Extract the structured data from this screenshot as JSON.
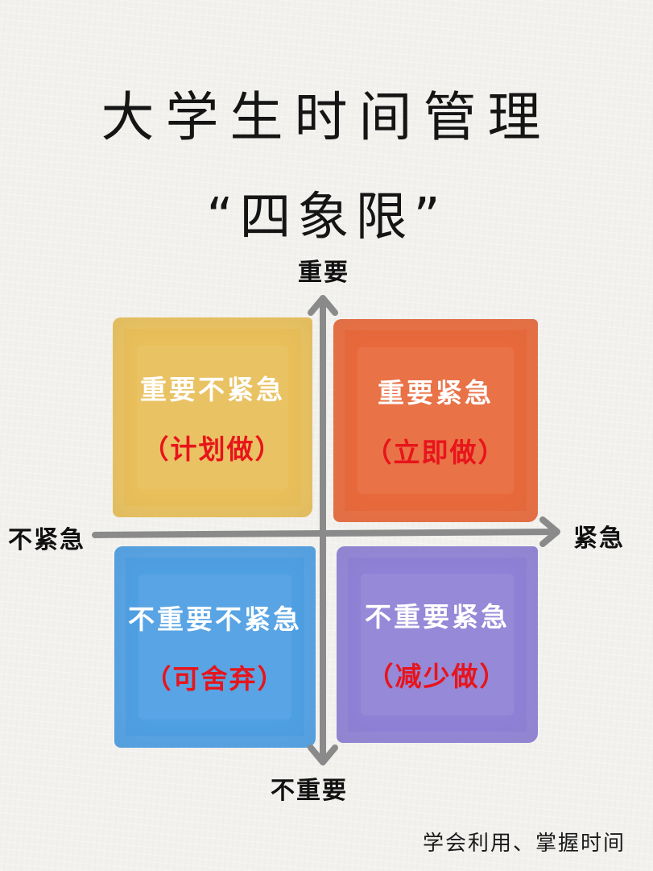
{
  "title": {
    "main": "大学生时间管理",
    "sub": "“四象限”"
  },
  "axes": {
    "top": "重要",
    "bottom": "不重要",
    "left": "不紧急",
    "right": "紧急",
    "color": "#8a8a8a"
  },
  "quadrants": [
    {
      "position": "top-left",
      "title": "重要不紧急",
      "action": "（计划做）",
      "color": "#e8bf5a"
    },
    {
      "position": "top-right",
      "title": "重要紧急",
      "action": "（立即做）",
      "color": "#e86a3c"
    },
    {
      "position": "bottom-left",
      "title": "不重要不紧急",
      "action": "（可舍弃）",
      "color": "#4f9fe3"
    },
    {
      "position": "bottom-right",
      "title": "不重要紧急",
      "action": "（减少做）",
      "color": "#8f82d6"
    }
  ],
  "footer": "学会利用、掌握时间"
}
